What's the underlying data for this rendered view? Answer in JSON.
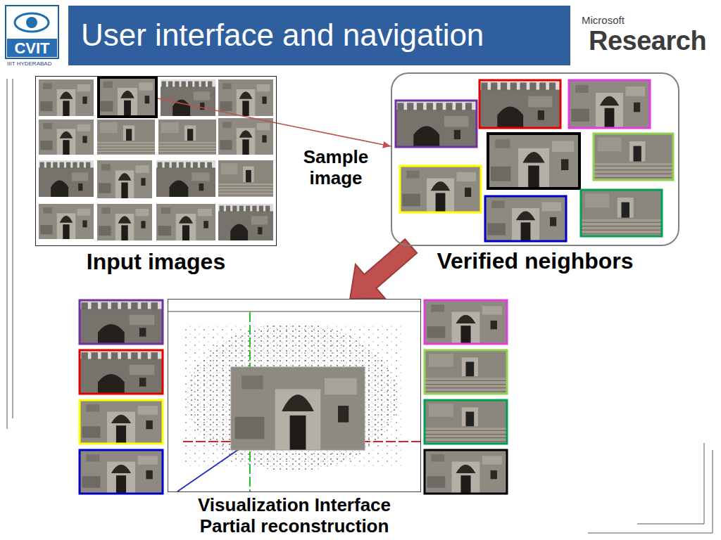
{
  "diagram": {
    "title": "User interface and navigation",
    "nodes": [
      {
        "text": [
          "Input images"
        ]
      },
      {
        "text": [
          "Verified neighbors"
        ]
      },
      {
        "text": [
          "Visualization Interface",
          "Partial reconstruction"
        ]
      }
    ],
    "edges": [
      {
        "from": 0,
        "to": 1,
        "label": "Sample image",
        "arrow": "to"
      },
      {
        "from": 1,
        "to": 2,
        "arrow": "to"
      }
    ],
    "labels": [
      "CVIT",
      "IIIT HYDERABAD",
      "Microsoft",
      "Research"
    ]
  }
}
